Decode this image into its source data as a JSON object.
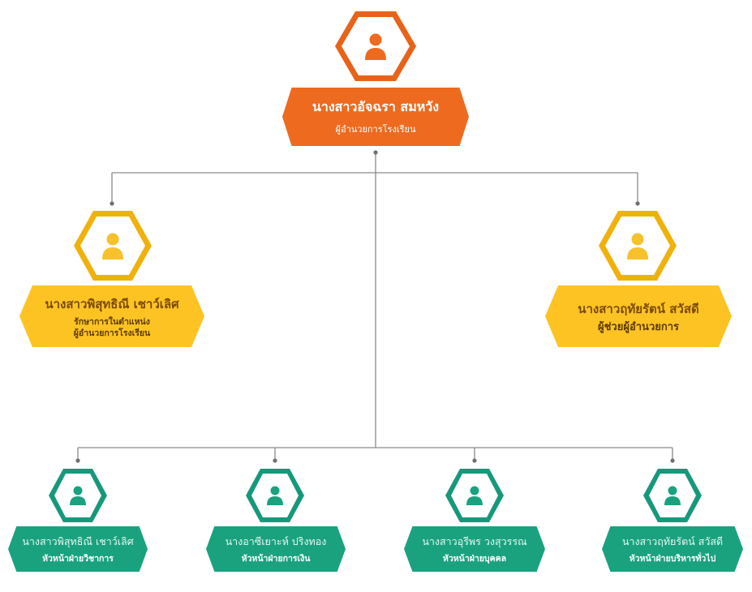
{
  "colors": {
    "director": "#ee6a1f",
    "assistant": "#fdc323",
    "department": "#1aa27f",
    "connector": "#8a8a8a"
  },
  "director": {
    "name": "นางสาวอัจฉรา สมหวัง",
    "role": "ผู้อำนวยการโรงเรียน",
    "icon": "person-icon"
  },
  "assistants": [
    {
      "name": "นางสาวพิสุทธิณี เชาว์เลิศ",
      "role_lines": [
        "รักษาการในตำแหน่ง",
        "ผู้อำนวยการโรงเรียน"
      ],
      "icon": "person-icon"
    },
    {
      "name": "นางสาวฤทัยรัตน์ สวัสดี",
      "role_lines": [
        "ผู้ช่วยผู้อำนวยการ"
      ],
      "icon": "person-icon"
    }
  ],
  "departments": [
    {
      "name": "นางสาวพิสุทธิณี เชาว์เลิศ",
      "role": "หัวหน้าฝ่ายวิชาการ",
      "icon": "person-icon"
    },
    {
      "name": "นางอาซีเยาะห์ ปริงทอง",
      "role": "หัวหน้าฝ่ายการเงิน",
      "icon": "person-icon"
    },
    {
      "name": "นางสาวอุรีพร วงสุวรรณ",
      "role": "หัวหน้าฝ่ายบุคคล",
      "icon": "person-icon"
    },
    {
      "name": "นางสาวฤทัยรัตน์ สวัสดี",
      "role": "หัวหน้าฝ่ายบริหารทั่วไป",
      "icon": "person-icon"
    }
  ]
}
